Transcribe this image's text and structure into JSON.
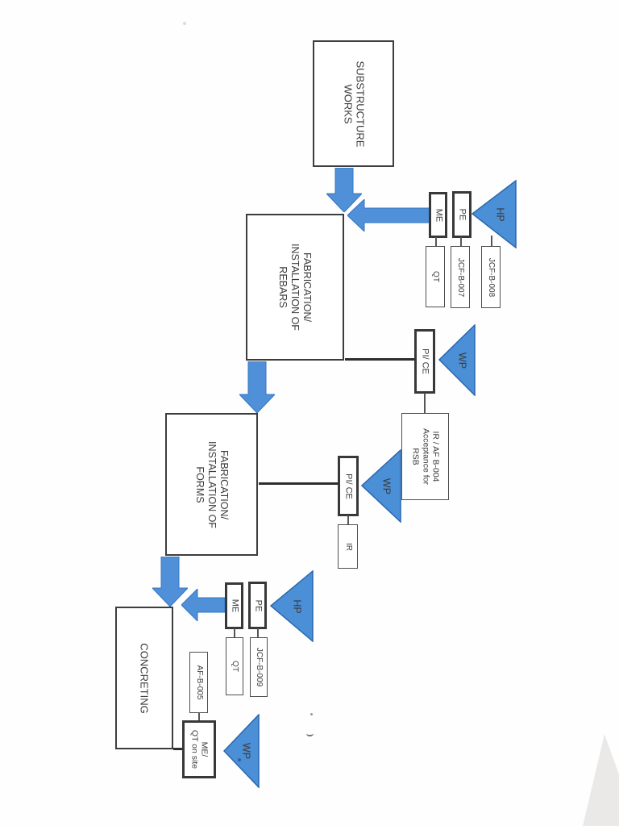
{
  "stages": {
    "substructure": "SUBSTRUCTURE\nWORKS",
    "rebars": "FABRICATION/\nINSTALLATION OF\nREBARS",
    "forms": "FABRICATION/\nINSTALLATION OF\nFORMS",
    "concreting": "CONCRETING"
  },
  "rebars_inspection": {
    "me": "ME",
    "pe": "PE",
    "hp": "HP",
    "qt": "QT",
    "doc_pe": "JCF-B-007",
    "doc_hp": "JCF-B-008",
    "pice": "PI/ CE",
    "wp": "WP",
    "record": "IR / AF B-004\nAcceptance for\nRSB"
  },
  "forms_inspection": {
    "pice": "PI/ CE",
    "wp": "WP",
    "ir": "IR"
  },
  "concreting_inspection": {
    "me": "ME",
    "pe": "PE",
    "hp": "HP",
    "qt": "QT",
    "doc_pe": "JCF-B-009",
    "doc_af": "AF-B-005",
    "me_qt_site": "ME/\nQT on site",
    "wp": "WP"
  },
  "colors": {
    "arrow_blue": "#4f90d8",
    "arrow_edge": "#3576c2",
    "triangle_blue": "#4b8fd6",
    "triangle_edge": "#2a67ad"
  }
}
